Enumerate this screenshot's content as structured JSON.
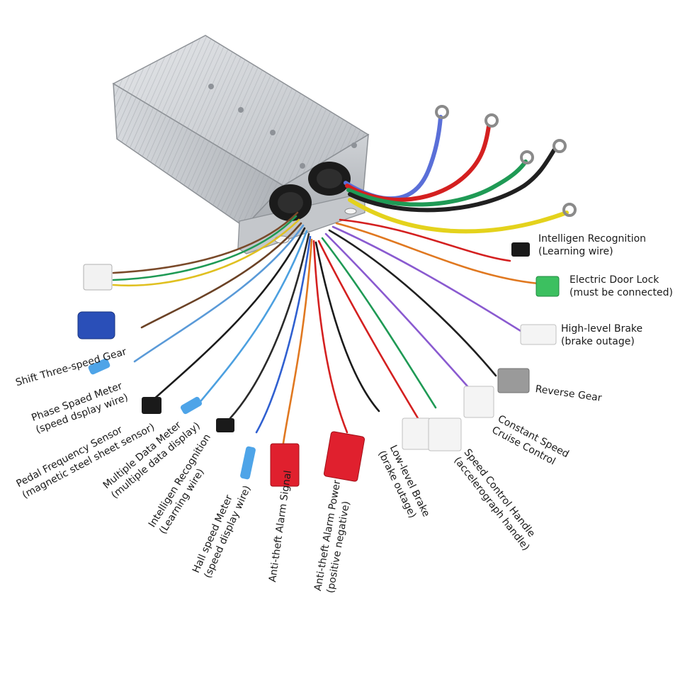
{
  "labels": {
    "intelligen_recognition_right": {
      "line1": "Intelligen Recognition",
      "line2": "(Learning wire)"
    },
    "electric_door_lock": {
      "line1": "Electric Door Lock",
      "line2": "(must be connected)"
    },
    "high_level_brake": {
      "line1": "High-level Brake",
      "line2": "(brake outage)"
    },
    "reverse_gear": {
      "line1": "Reverse Gear"
    },
    "constant_speed": {
      "line1": "Constant Speed",
      "line2": "Cruise Control"
    },
    "speed_control_handle": {
      "line1": "Speed Control Handle",
      "line2": "(accelerograph handle)"
    },
    "low_level_brake": {
      "line1": "Low-level Brake",
      "line2": "(brake outage)"
    },
    "antitheft_power": {
      "line1": "Anti-theft Alarm Power",
      "line2": "(positive negative)"
    },
    "antitheft_signal": {
      "line1": "Anti-theft Alarm Signal"
    },
    "hall_speed_meter": {
      "line1": "Hall speed Meter",
      "line2": "(speed display wire)"
    },
    "intelligen_recognition_left": {
      "line1": "Intelligen Recognition",
      "line2": "(Learning wire)"
    },
    "multiple_data_meter": {
      "line1": "Multiple Data Meter",
      "line2": "(multiple data display)"
    },
    "pedal_frequency": {
      "line1": "Pedal Frequency Sensor",
      "line2": "(magnetic steel sheet sensor)"
    },
    "phase_speed_meter": {
      "line1": "Phase Spaed Meter",
      "line2": "(speed dsplay wire)"
    },
    "shift_three_speed": {
      "line1": "Shift Three-speed Gear"
    }
  },
  "colors": {
    "housing": "#c9ccd0",
    "wire_blue": "#5a6fd8",
    "wire_red": "#d42020",
    "wire_green": "#1f9a55",
    "wire_black": "#202020",
    "wire_yellow": "#e4d21c",
    "connector_red": "#e0202e",
    "connector_blue": "#2a4fb8",
    "connector_green": "#3cc060",
    "connector_white": "#f2f2f2"
  }
}
